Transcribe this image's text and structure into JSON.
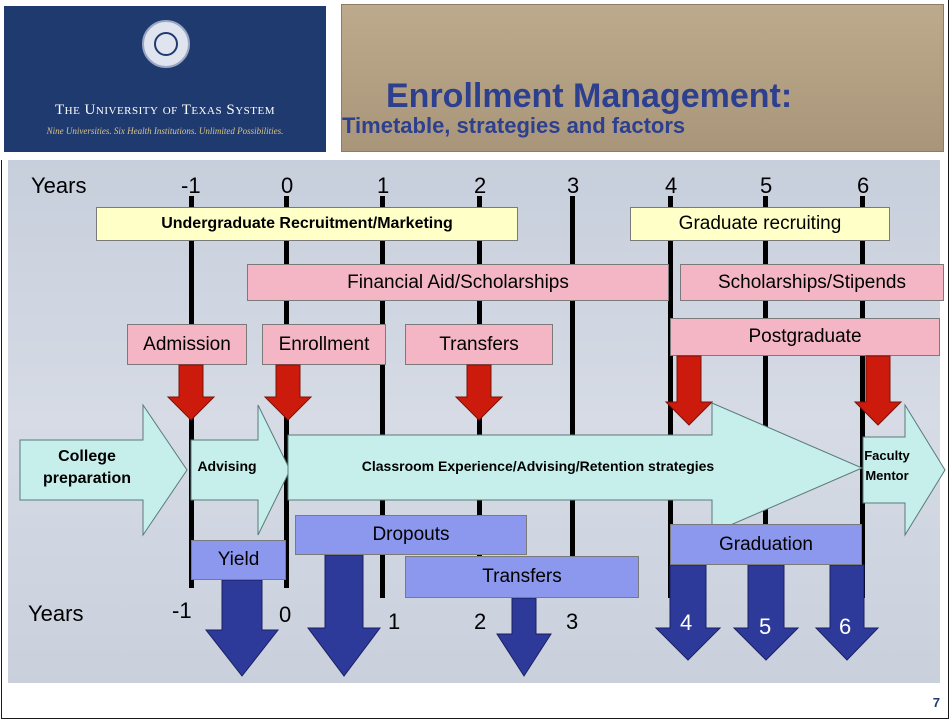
{
  "header": {
    "university_name": "The University of Texas System",
    "university_tagline": "Nine Universities. Six Health Institutions. Unlimited Possibilities.",
    "title": "Enrollment Management:",
    "subtitle": "Timetable, strategies and factors"
  },
  "timeline": {
    "top_label": "Years",
    "bottom_label": "Years",
    "top_years": [
      "-1",
      "0",
      "1",
      "2",
      "3",
      "4",
      "5",
      "6"
    ],
    "bottom_years": [
      "-1",
      "0",
      "1",
      "2",
      "3"
    ]
  },
  "boxes": {
    "undergrad_recruitment": "Undergraduate Recruitment/Marketing",
    "graduate_recruiting": "Graduate recruiting",
    "financial_aid": "Financial Aid/Scholarships",
    "scholarships_stipends": "Scholarships/Stipends",
    "admission": "Admission",
    "enrollment": "Enrollment",
    "transfers_in": "Transfers",
    "postgraduate": "Postgraduate",
    "yield": "Yield",
    "dropouts": "Dropouts",
    "transfers_out": "Transfers",
    "graduation": "Graduation"
  },
  "flow": {
    "college_prep": "College preparation",
    "advising": "Advising",
    "classroom": "Classroom Experience/Advising/Retention strategies",
    "faculty_mentor": "Faculty Mentor"
  },
  "graduation_years": [
    "4",
    "5",
    "6"
  ],
  "page_number": "7",
  "colors": {
    "navy": "#1f3a6e",
    "title_blue": "#2d3f8f",
    "yellow_box": "#ffffc8",
    "pink_box": "#f4b6c4",
    "blue_box": "#8c98ee",
    "red_arrow": "#cc1a0c",
    "outflow_arrow": "#2e3a9a",
    "flow_arrow": "#c6efec"
  }
}
